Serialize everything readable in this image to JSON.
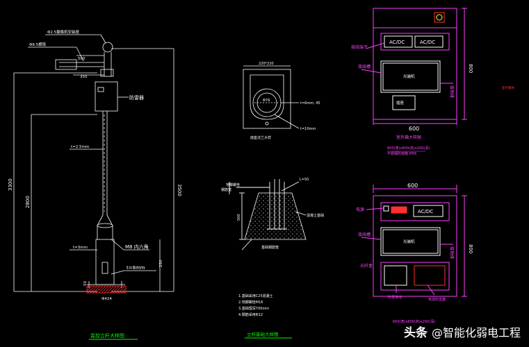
{
  "pole": {
    "note_top": "Φ2.5摄像机安装座",
    "note_arm": "Φ8.5横臂",
    "arm_dim_a": "500",
    "arm_dim_b": "350",
    "box_label": "防雷器",
    "thickness_pole": "t=2.5mm",
    "thickness_base": "t=3mm",
    "bolt_label": "M8 内六角",
    "plate_label": "t=8mm",
    "dim_total": "3300",
    "dim_pole": "3500",
    "dim_low": "2800",
    "dim_base_h": "250",
    "dim_foot": "50",
    "base_width": "Φ424",
    "title": "监控立杆大样图"
  },
  "flange": {
    "top_dim": "220*220",
    "circle_label": "Φ76",
    "note1": "t=6mm, 45",
    "note2": "t=10mm",
    "caption": "底座法兰大样"
  },
  "foundation": {
    "top_dim": "L=50",
    "label_bolt": "地脚螺栓",
    "label_concrete": "混凝土基础",
    "dim_h": "500",
    "label_rebar": "钢筋笼",
    "caption_small": "基础钢筋笼",
    "notes": [
      "1.基础采用C25混凝土",
      "2.地脚螺栓M16",
      "3.基础埋深700mm",
      "4.钢筋采用Φ12"
    ],
    "title": "立杆基础大样图"
  },
  "box1": {
    "label_terminal": "接线端子",
    "acdc1": "AC/DC",
    "acdc2": "AC/DC",
    "label_wiring": "接线槽",
    "label_device": "光端机",
    "label_ground": "接地排",
    "label_socket": "插座",
    "width": "600",
    "height": "800",
    "title": "室外箱大样图",
    "spec1": "600(宽)x800(高)x200(深)",
    "spec2": "不锈钢防雨箱 IP65",
    "side_note": "室外箱体"
  },
  "box2": {
    "width": "600",
    "label_power": "电源",
    "acdc": "AC/DC",
    "label_wiring": "接线槽",
    "label_device": "光端机",
    "label_sensor": "光纤盒",
    "label_ground": "接地排",
    "label_bottom1": "防雷排线",
    "label_bottom2": "电源防雷器",
    "height": "800",
    "spec": "600(宽)x800(高)x200(深)"
  },
  "watermark": {
    "brand": "头条",
    "handle": "@智能化弱电工程"
  },
  "colors": {
    "background": "#000000",
    "white": "#ffffff",
    "magenta": "#ff40ff",
    "green": "#00ff00",
    "yellow": "#ffff40",
    "red": "#ff3030",
    "cyan": "#00d0ff"
  }
}
